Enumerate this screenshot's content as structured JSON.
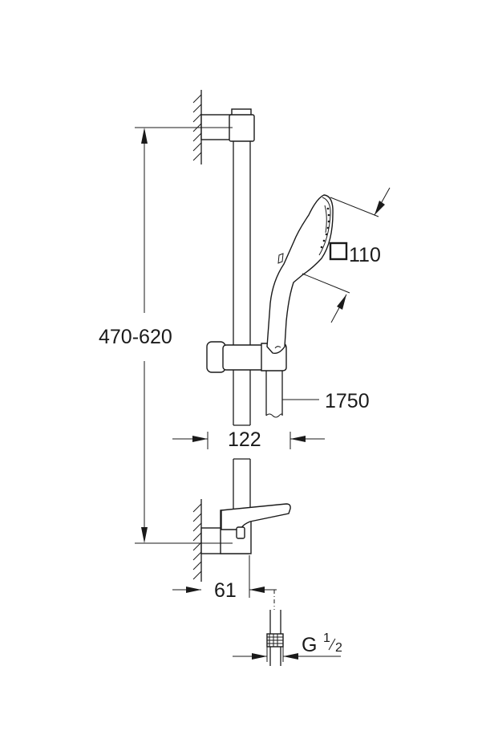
{
  "dimensions": {
    "rail_height": "470-620",
    "head_size": "110",
    "hose_length": "1750",
    "holder_width": "122",
    "wall_offset": "61",
    "connection_prefix": "G",
    "connection_num": "1",
    "connection_den": "2"
  },
  "colors": {
    "line": "#1a1a1a",
    "background": "#ffffff"
  },
  "icons": {
    "head_size_symbol": "square-icon"
  }
}
